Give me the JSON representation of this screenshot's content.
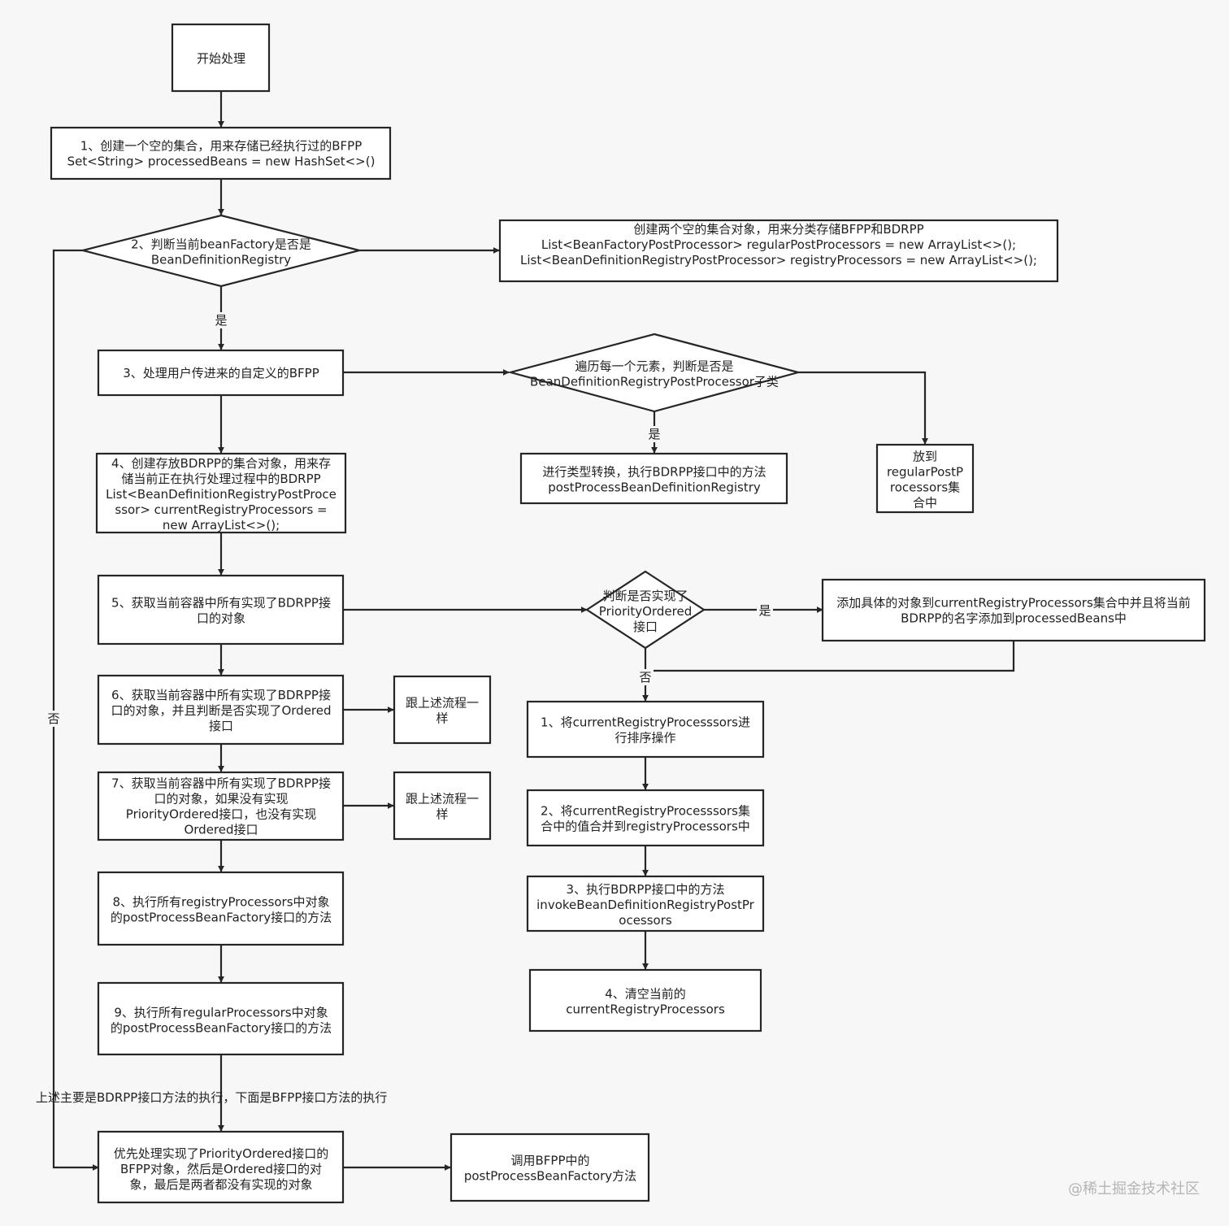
{
  "nodes": {
    "start": [
      "开始处理"
    ],
    "n1": [
      "1、创建一个空的集合，用来存储已经执行过的BFPP",
      "Set<String> processedBeans = new HashSet<>()"
    ],
    "d2": [
      "2、判断当前beanFactory是否是",
      "BeanDefinitionRegistry"
    ],
    "r2": [
      "创建两个空的集合对象，用来分类存储BFPP和BDRPP",
      "List<BeanFactoryPostProcessor> regularPostProcessors = new ArrayList<>();",
      "List<BeanDefinitionRegistryPostProcessor> registryProcessors = new ArrayList<>();"
    ],
    "n3": [
      "3、处理用户传进来的自定义的BFPP"
    ],
    "d3": [
      "遍历每一个元素，判断是否是",
      "BeanDefinitionRegistryPostProcessor子类"
    ],
    "r3a": [
      "进行类型转换，执行BDRPP接口中的方法",
      "postProcessBeanDefinitionRegistry"
    ],
    "r3b": [
      "放到",
      "regularPostP",
      "rocessors集",
      "合中"
    ],
    "n4": [
      "4、创建存放BDRPP的集合对象，用来存",
      "储当前正在执行处理过程中的BDRPP",
      "List<BeanDefinitionRegistryPostProce",
      "ssor> currentRegistryProcessors =",
      "new ArrayList<>();"
    ],
    "n5": [
      "5、获取当前容器中所有实现了BDRPP接",
      "口的对象"
    ],
    "d5": [
      "判断是否实现了",
      "PriorityOrdered",
      "接口"
    ],
    "r5": [
      "添加具体的对象到currentRegistryProcessors集合中并且将当前",
      "BDRPP的名字添加到processedBeans中"
    ],
    "n6": [
      "6、获取当前容器中所有实现了BDRPP接",
      "口的对象，并且判断是否实现了Ordered",
      "接口"
    ],
    "s6": [
      "跟上述流程一",
      "样"
    ],
    "n7": [
      "7、获取当前容器中所有实现了BDRPP接",
      "口的对象，如果没有实现",
      "PriorityOrdered接口，也没有实现",
      "Ordered接口"
    ],
    "s7": [
      "跟上述流程一",
      "样"
    ],
    "n8": [
      "8、执行所有registryProcessors中对象",
      "的postProcessBeanFactory接口的方法"
    ],
    "n9": [
      "9、执行所有regularProcessors中对象",
      "的postProcessBeanFactory接口的方法"
    ],
    "p1": [
      "1、将currentRegistryProcesssors进",
      "行排序操作"
    ],
    "p2": [
      "2、将currentRegistryProcesssors集",
      "合中的值合并到registryProcessors中"
    ],
    "p3": [
      "3、执行BDRPP接口中的方法",
      "invokeBeanDefinitionRegistryPostPr",
      "ocessors"
    ],
    "p4": [
      "4、清空当前的",
      "currentRegistryProcessors"
    ],
    "n10": [
      "优先处理实现了PriorityOrdered接口的",
      "BFPP对象，然后是Ordered接口的对",
      "象，最后是两者都没有实现的对象"
    ],
    "n11": [
      "调用BFPP中的",
      "postProcessBeanFactory方法"
    ]
  },
  "edge_labels": {
    "yes_d2": "是",
    "no_d2": "否",
    "yes_d3": "是",
    "yes_d5": "是",
    "no_d5": "否"
  },
  "note": "上述主要是BDRPP接口方法的执行，下面是BFPP接口方法的执行",
  "watermark": "@稀土掘金技术社区"
}
